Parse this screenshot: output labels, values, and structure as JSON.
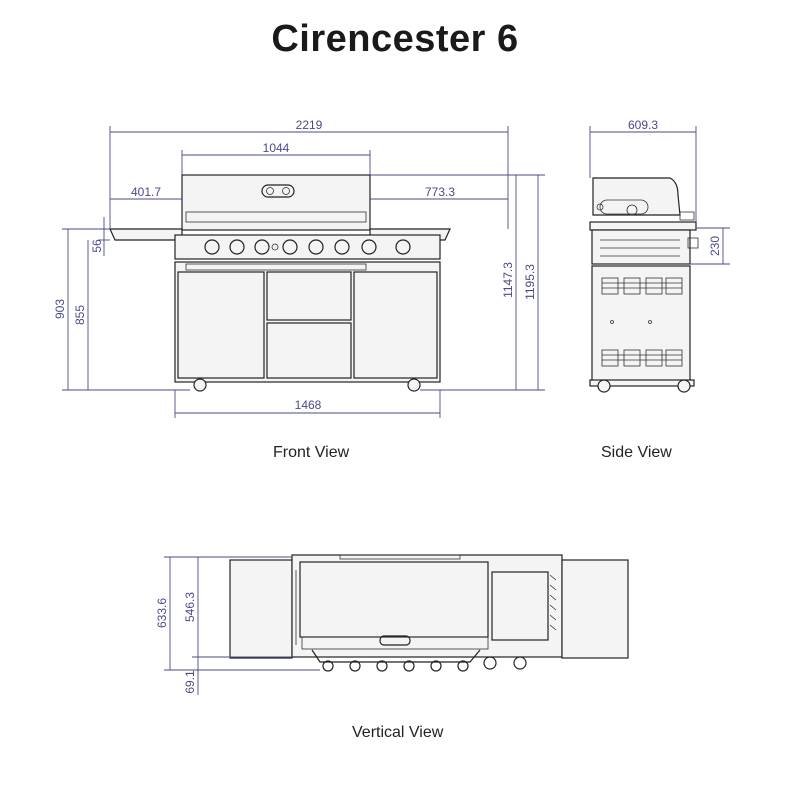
{
  "title": "Cirencester 6",
  "captions": {
    "front": "Front View",
    "side": "Side View",
    "vertical": "Vertical View"
  },
  "dimensions": {
    "front_total_width": "2219",
    "lid_width": "1044",
    "left_offset": "401.7",
    "right_offset": "773.3",
    "cart_width": "1468",
    "shelf_gap": "56",
    "height_903": "903",
    "height_855": "855",
    "height_1147": "1147.3",
    "height_1195": "1195.3",
    "side_depth": "609.3",
    "side_230": "230",
    "top_633": "633.6",
    "top_546": "546.3",
    "top_69": "69.1"
  },
  "colors": {
    "dimension": "#4a4a8a",
    "outline": "#222222"
  }
}
